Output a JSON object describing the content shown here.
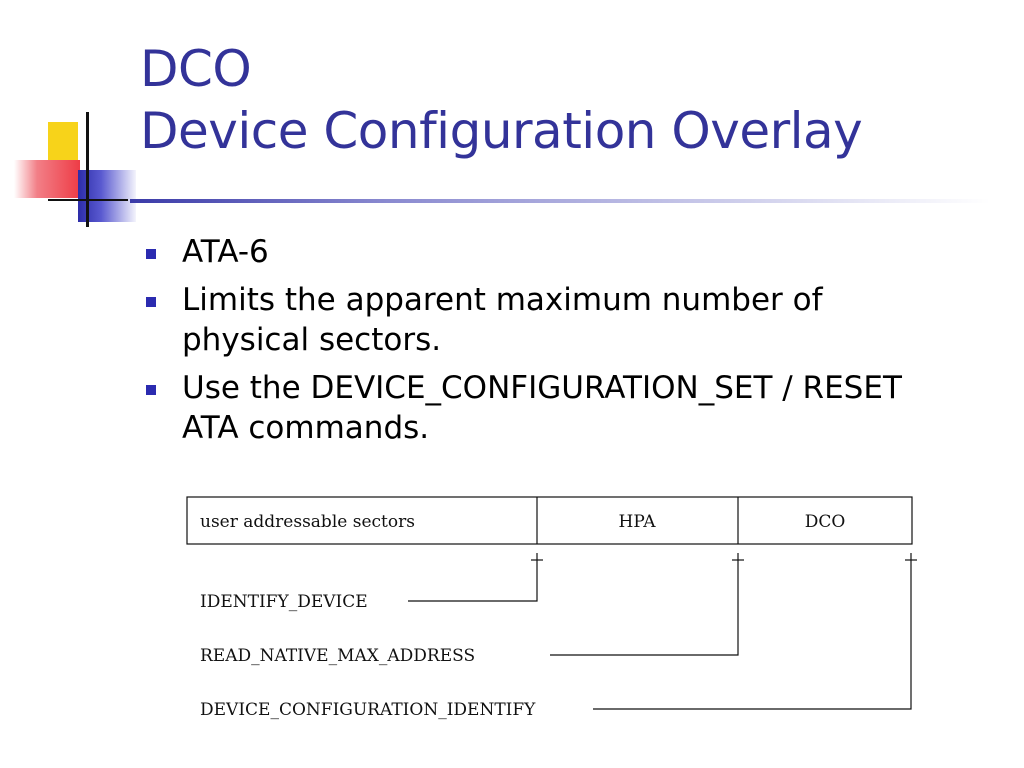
{
  "slide": {
    "title_line1": "DCO",
    "title_line2": "Device Configuration Overlay",
    "bullets": [
      "ATA-6",
      "Limits the apparent maximum number of physical sectors.",
      "Use the DEVICE_CONFIGURATION_SET / RESET ATA commands."
    ],
    "colors": {
      "title": "#333399",
      "bullet": "#2b2bb0"
    }
  },
  "diagram": {
    "segments": [
      "user addressable sectors",
      "HPA",
      "DCO"
    ],
    "commands": [
      "IDENTIFY_DEVICE",
      "READ_NATIVE_MAX_ADDRESS",
      "DEVICE_CONFIGURATION_IDENTIFY"
    ]
  }
}
